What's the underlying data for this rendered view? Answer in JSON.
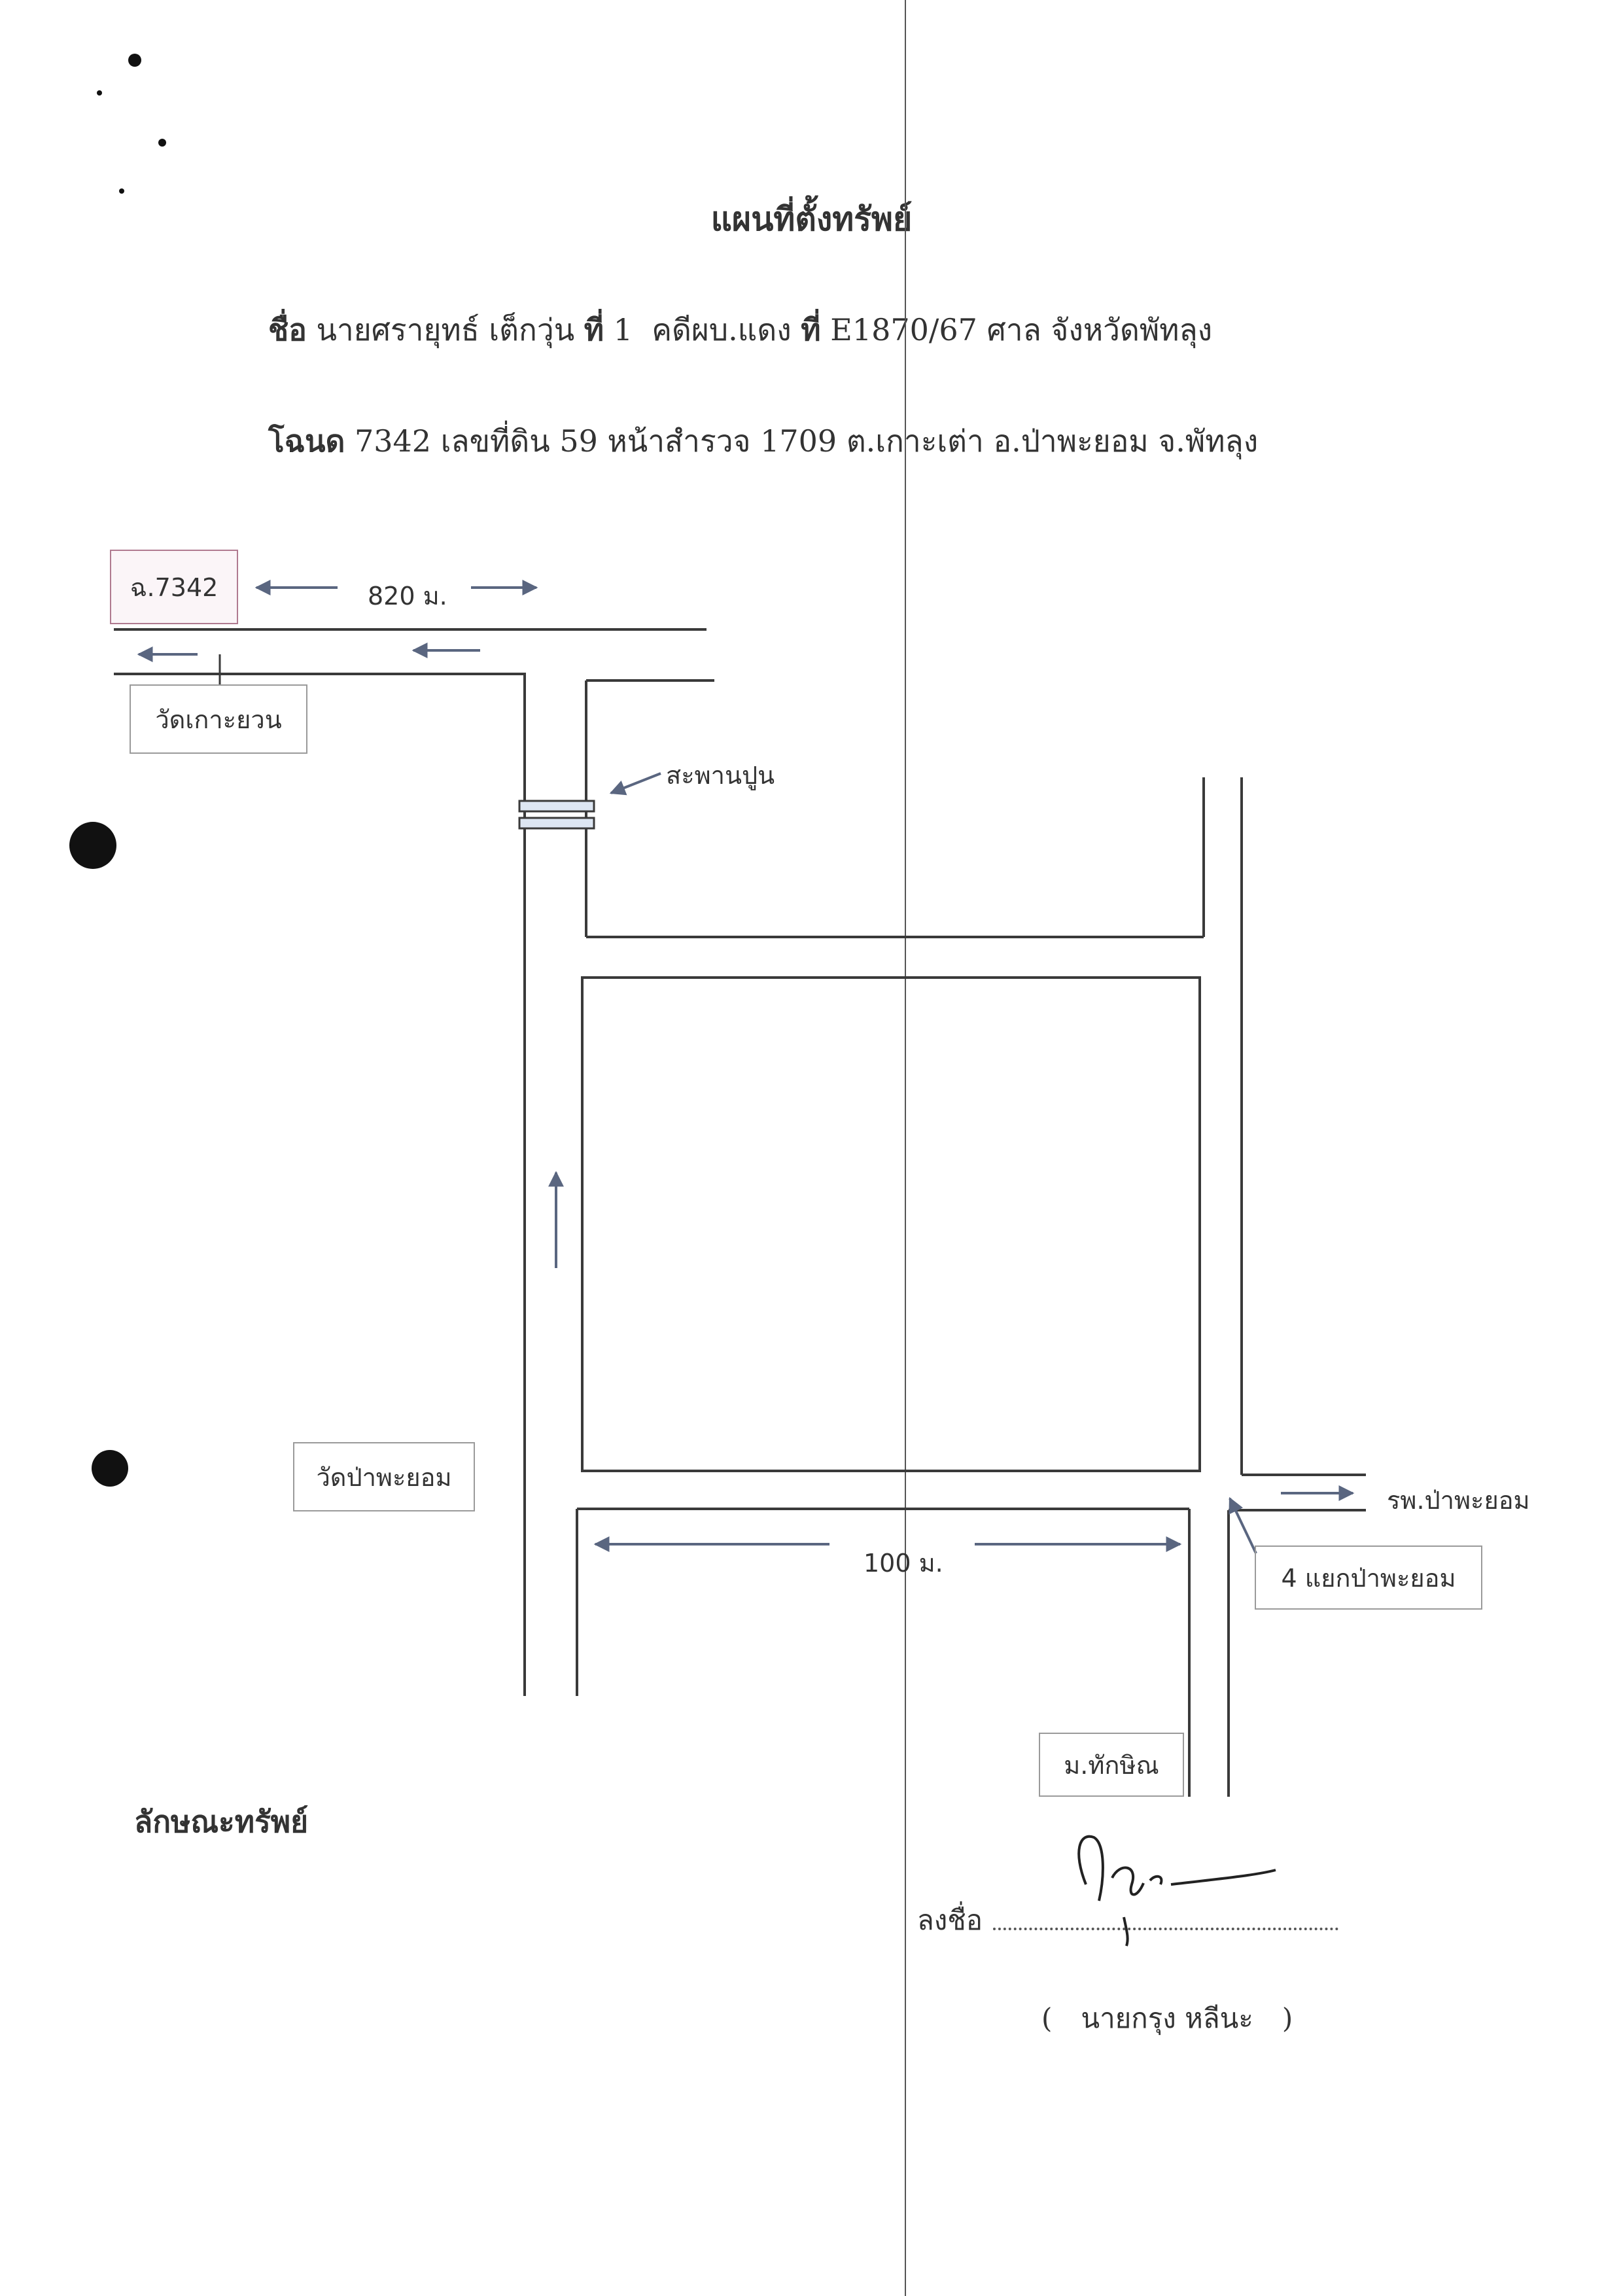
{
  "document": {
    "title": "แผนที่ตั้งทรัพย์",
    "line1": {
      "name_label": "ชื่อ",
      "name_value": "นายศรายุทธ์  เต็กวุ่น",
      "no_label": "ที่",
      "no_value": "1",
      "case_label": "คดีผบ.แดง",
      "case_no_label": "ที่",
      "case_no_value": "E1870/67",
      "court": "ศาล จังหวัดพัทลุง"
    },
    "line2": {
      "deed_label": "โฉนด",
      "deed_value": "7342",
      "land_no_label": "เลขที่ดิน",
      "land_no_value": "59",
      "survey_label": "หน้าสำรวจ",
      "survey_value": "1709",
      "location": "ต.เกาะเต่า อ.ป่าพะยอม จ.พัทลุง"
    }
  },
  "map": {
    "deed_box": "ฉ.7342",
    "distance_top": "820 ม.",
    "temple_koh_yuan": "วัดเกาะยวน",
    "bridge": "สะพานปูน",
    "temple_pa_payom": "วัดป่าพะยอม",
    "hospital": "รพ.ป่าพะยอม",
    "distance_bottom": "100 ม.",
    "intersection": "4 แยกป่าพะยอม",
    "university": "ม.ทักษิณ"
  },
  "property": {
    "heading": "ลักษณะทรัพย์"
  },
  "signature": {
    "label": "ลงชื่อ",
    "open_paren": "(",
    "signer_name": "นายกรุง หลีนะ",
    "close_paren": ")"
  },
  "colors": {
    "ink": "#333333",
    "road": "#3a3a3a",
    "arrow": "#5a6680",
    "box_border": "#9a9a9a",
    "deed_box_border": "#b07a90"
  }
}
